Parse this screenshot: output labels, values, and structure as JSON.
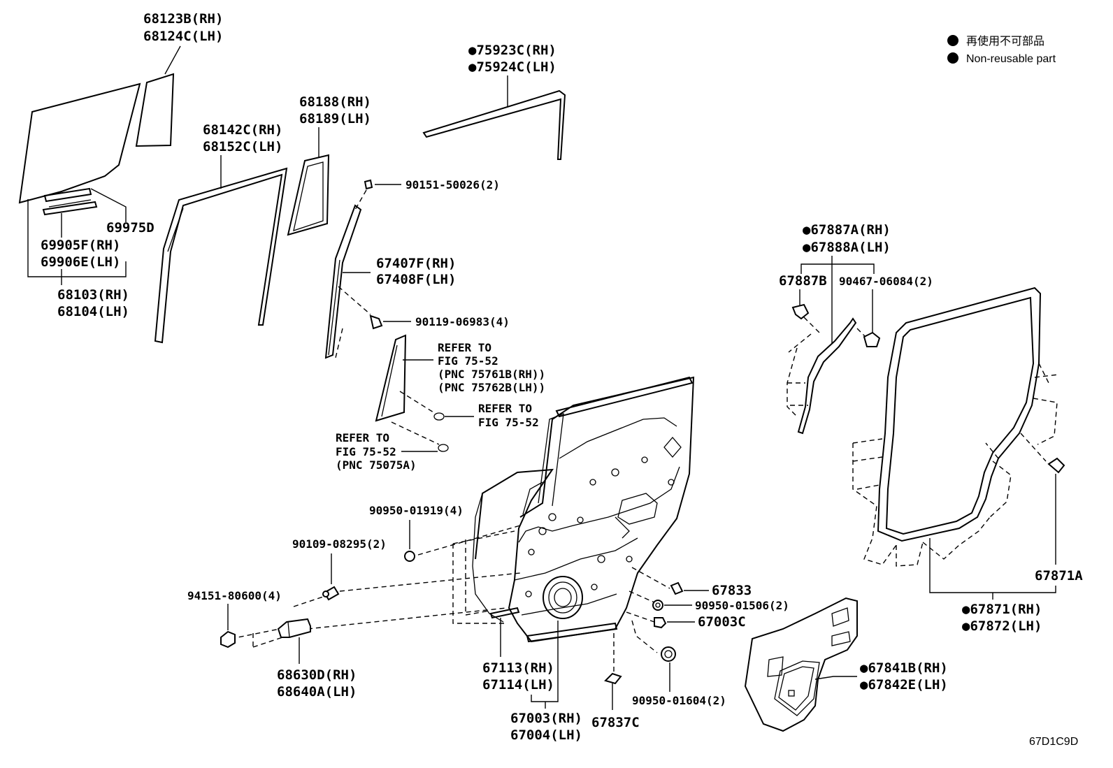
{
  "legend": {
    "items": [
      "再使用不可部品",
      "Non-reusable part"
    ]
  },
  "diagram_code": "67D1C9D",
  "parts": {
    "glass": [
      "68123B(RH)",
      "68124C(LH)"
    ],
    "channel": [
      "68142C(RH)",
      "68152C(LH)"
    ],
    "quarter_glass": [
      "68188(RH)",
      "68189(LH)"
    ],
    "belt_molding": [
      "●75923C(RH)",
      "●75924C(LH)"
    ],
    "screw_top": "90151-50026(2)",
    "frame": [
      "67407F(RH)",
      "67408F(LH)"
    ],
    "bolt": "90119-06983(4)",
    "clip_69975": "69975D",
    "weatherstrip_small": [
      "69905F(RH)",
      "69906E(LH)"
    ],
    "glass_assy": [
      "68103(RH)",
      "68104(LH)"
    ],
    "refer_a": [
      "REFER TO",
      "FIG 75-52",
      "(PNC 75761B(RH))",
      "(PNC 75762B(LH))"
    ],
    "refer_b": [
      "REFER TO",
      "FIG 75-52"
    ],
    "refer_c": [
      "REFER TO",
      "FIG 75-52",
      "(PNC 75075A)"
    ],
    "plug_top": "90950-01919(4)",
    "bolt_hinge": "90109-08295(2)",
    "nut": "94151-80600(4)",
    "hinge": [
      "68630D(RH)",
      "68640A(LH)"
    ],
    "weatherstrip_lower": [
      "67113(RH)",
      "67114(LH)"
    ],
    "door_panel": [
      "67003(RH)",
      "67004(LH)"
    ],
    "clip_67837": "67837C",
    "clip_67833": "67833",
    "plug_1506": "90950-01506(2)",
    "plug_67003c": "67003C",
    "plug_1604": "90950-01604(2)",
    "seal_upper": [
      "●67887A(RH)",
      "●67888A(LH)"
    ],
    "seal_clip": "67887B",
    "seal_clip2": "90467-06084(2)",
    "door_weatherstrip_clip": "67871A",
    "door_weatherstrip": [
      "●67871(RH)",
      "●67872(LH)"
    ],
    "service_hole_cover": [
      "●67841B(RH)",
      "●67842E(LH)"
    ]
  }
}
